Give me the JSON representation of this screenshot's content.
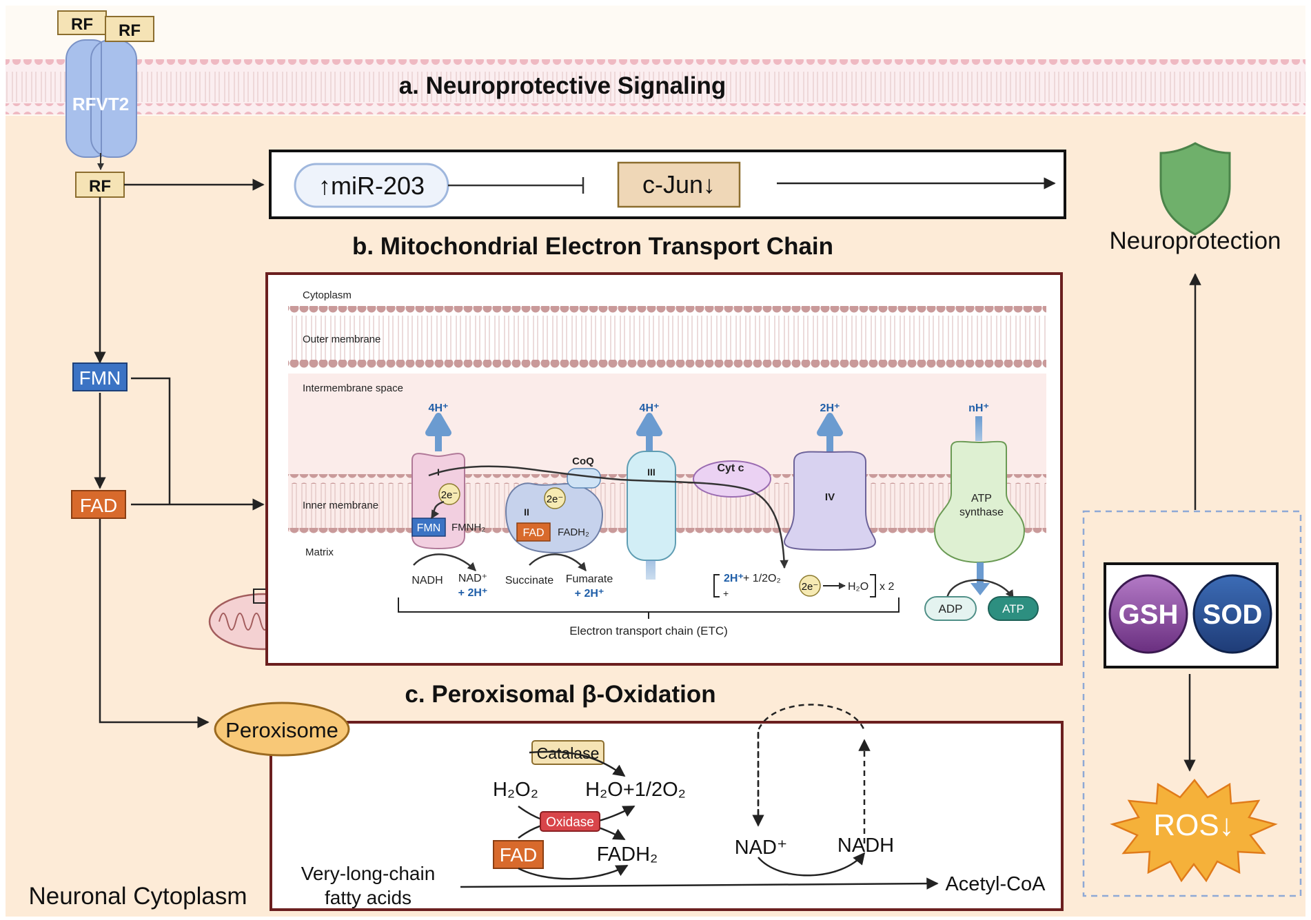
{
  "section_titles": {
    "a": "a. Neuroprotective Signaling",
    "b": "b. Mitochondrial Electron Transport Chain",
    "c": "c. Peroxisomal β-Oxidation"
  },
  "transporter": {
    "rf_out_1": "RF",
    "rf_out_2": "RF",
    "name": "RFVT2",
    "rf_in": "RF"
  },
  "cofactors": {
    "fmn": "FMN",
    "fad": "FAD",
    "peroxisome": "Peroxisome"
  },
  "signaling": {
    "mir": "↑miR-203",
    "cjun": "c-Jun↓"
  },
  "outcome": {
    "neuroprotection": "Neuroprotection",
    "gsh": "GSH",
    "sod": "SOD",
    "ros": "ROS↓"
  },
  "etc": {
    "cytoplasm": "Cytoplasm",
    "outer_membrane": "Outer membrane",
    "intermembrane_space": "Intermembrane space",
    "inner_membrane": "Inner membrane",
    "matrix": "Matrix",
    "complex_I": "I",
    "complex_II": "II",
    "complex_III": "III",
    "complex_IV": "IV",
    "coq": "CoQ",
    "cytc": "Cyt c",
    "atp_synthase_1": "ATP",
    "atp_synthase_2": "synthase",
    "h_I": "4H⁺",
    "h_III": "4H⁺",
    "h_IV": "2H⁺",
    "h_atp": "nH⁺",
    "electron_1": "2e⁻",
    "electron_2": "2e⁻",
    "electron_3": "2e⁻",
    "fmn": "FMN",
    "fmnh2": "FMNH₂",
    "fad": "FAD",
    "fadh2": "FADH₂",
    "nadh": "NADH",
    "nad": "NAD⁺",
    "nad_h": "+ 2H⁺",
    "succinate": "Succinate",
    "fumarate": "Fumarate",
    "fumarate_h": "+ 2H⁺",
    "reaction_h": "2H⁺",
    "reaction_o2": "+ 1/2O₂",
    "reaction_plus": "+",
    "reaction_water": "H₂O",
    "reaction_mult": "x 2",
    "adp": "ADP",
    "atp": "ATP",
    "bracket_label": "Electron transport chain (ETC)"
  },
  "perox": {
    "catalase": "Catalase",
    "h2o2": "H₂O₂",
    "h2o": "H₂O+1/2O₂",
    "oxidase": "Oxidase",
    "fad": "FAD",
    "fadh2": "FADH₂",
    "nad": "NAD⁺",
    "nadh": "NADH",
    "vlcfa_1": "Very-long-chain",
    "vlcfa_2": "fatty acids",
    "acetyl_coa": "Acetyl-CoA"
  },
  "footer": {
    "neuronal_cytoplasm": "Neuronal Cytoplasm"
  },
  "colors": {
    "cytoplasm_bg": "#fdebd7",
    "membrane_pink": "#efb9c2",
    "fmn_blue": "#3b73c4",
    "fad_orange": "#d86a2c",
    "proton_blue": "#1f5ea8",
    "shield_green": "#6fb06b",
    "gsh_purple": "#7a3f8e",
    "sod_blue": "#2b4e8f",
    "ros_orange": "#f5b13a"
  }
}
